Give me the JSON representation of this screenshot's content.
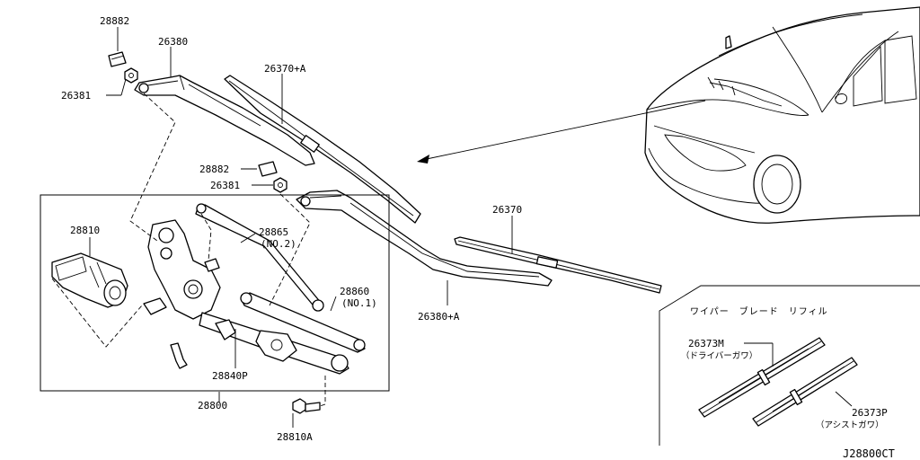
{
  "labels": {
    "p28882_top": "28882",
    "p26380": "26380",
    "p26381_top": "26381",
    "p26370a": "26370+A",
    "p28882_mid": "28882",
    "p26381_mid": "26381",
    "p26370": "26370",
    "p28810": "28810",
    "p28865": "28865",
    "p28865_note": "(NO.2)",
    "p28860": "28860",
    "p28860_note": "(NO.1)",
    "p26380a": "26380+A",
    "p28840p": "28840P",
    "p28800": "28800",
    "p28810a": "28810A"
  },
  "refill_box": {
    "title": "ワイパー　ブレード　リフィル",
    "driver_part": "26373M",
    "driver_note": "（ドライバーガワ）",
    "assist_part": "26373P",
    "assist_note": "（アシストガワ）"
  },
  "diagram_code": "J28800CT"
}
